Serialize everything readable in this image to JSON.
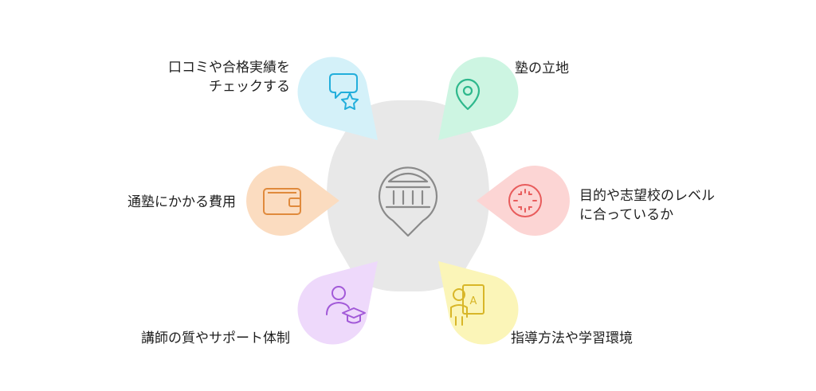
{
  "center": {
    "icon": "museum-icon"
  },
  "items": [
    {
      "id": "reviews",
      "lines": [
        "口コミや合格実績を",
        "チェックする"
      ],
      "color": "#d4f1f9",
      "stroke": "#22aedb",
      "icon": "chat-star-icon"
    },
    {
      "id": "location",
      "lines": [
        "塾の立地"
      ],
      "color": "#cdf5e2",
      "stroke": "#2eb88c",
      "icon": "map-pin-icon"
    },
    {
      "id": "cost",
      "lines": [
        "通塾にかかる費用"
      ],
      "color": "#fbdcc0",
      "stroke": "#e08a3c",
      "icon": "wallet-icon"
    },
    {
      "id": "level",
      "lines": [
        "目的や志望校のレベル",
        "に合っているか"
      ],
      "color": "#fcd5d4",
      "stroke": "#e85c5c",
      "icon": "target-icon"
    },
    {
      "id": "teachers",
      "lines": [
        "講師の質やサポート体制"
      ],
      "color": "#eed9fb",
      "stroke": "#a25ad8",
      "icon": "graduate-icon"
    },
    {
      "id": "method",
      "lines": [
        "指導方法や学習環境"
      ],
      "color": "#fbf5b8",
      "stroke": "#d8b628",
      "icon": "teacher-board-icon"
    }
  ]
}
